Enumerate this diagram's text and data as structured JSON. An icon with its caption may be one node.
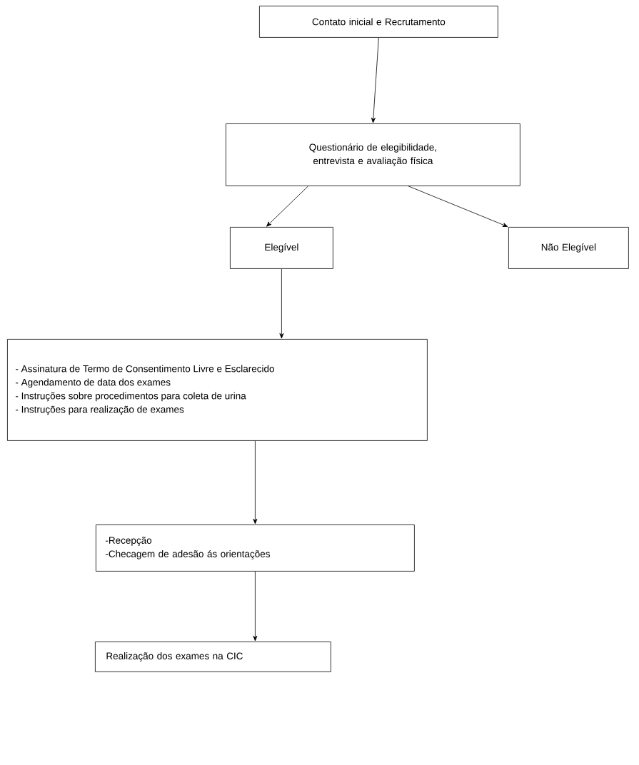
{
  "diagram": {
    "nodes": [
      {
        "text": [
          "Contato inicial e Recrutamento"
        ]
      },
      {
        "text": [
          "Questionário de elegibilidade, entrevista e avaliação física"
        ]
      },
      {
        "text": [
          "Elegível"
        ]
      },
      {
        "text": [
          "Não Elegível"
        ]
      },
      {
        "text": [
          "- Assinatura de Termo de Consentimento Livre e Esclarecido",
          "- Agendamento de data dos exames",
          "- Instruções sobre procedimentos para coleta de urina",
          "- Instruções para realização de exames"
        ]
      },
      {
        "text": [
          "-Recepção",
          "-Checagem de adesão ás orientações"
        ]
      },
      {
        "text": [
          "Realização dos exames na CIC"
        ]
      }
    ],
    "edges": [
      {
        "from": 0,
        "to": 1,
        "arrow": "to"
      },
      {
        "from": 1,
        "to": 2,
        "arrow": "to"
      },
      {
        "from": 1,
        "to": 3,
        "arrow": "to"
      },
      {
        "from": 2,
        "to": 4,
        "arrow": "to"
      },
      {
        "from": 4,
        "to": 5,
        "arrow": "to"
      },
      {
        "from": 5,
        "to": 6,
        "arrow": "to"
      }
    ]
  }
}
